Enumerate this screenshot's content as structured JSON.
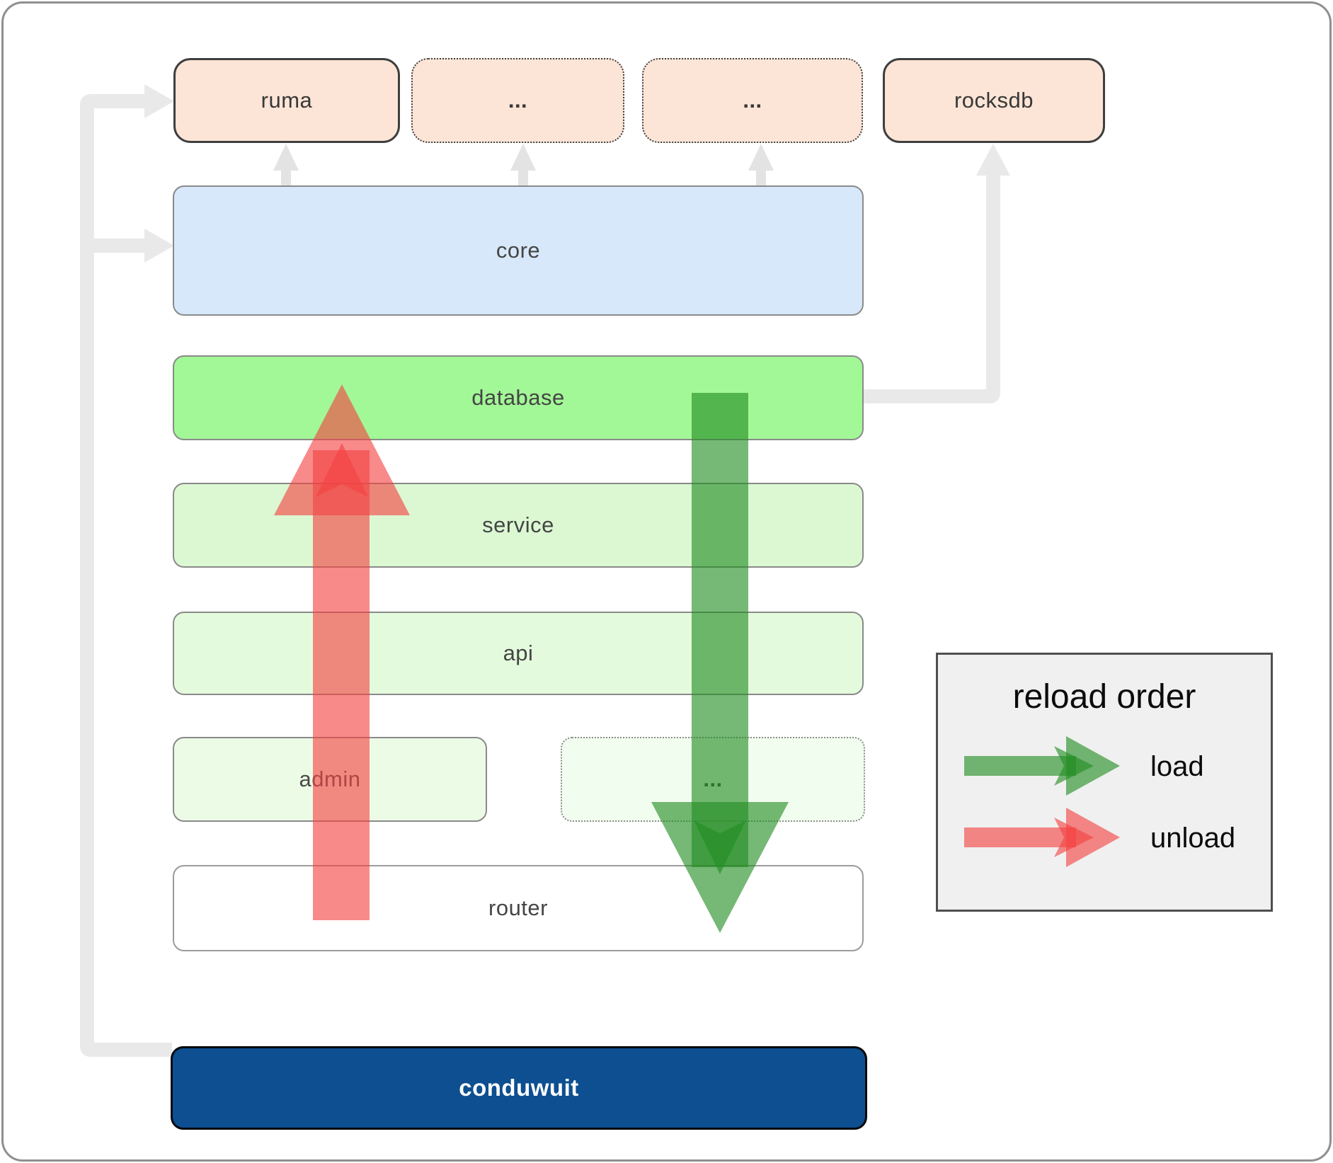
{
  "diagram": {
    "external_nodes": [
      {
        "id": "ruma",
        "label": "ruma",
        "border": "solid"
      },
      {
        "id": "ellipsis_top_1",
        "label": "...",
        "border": "dotted"
      },
      {
        "id": "ellipsis_top_2",
        "label": "...",
        "border": "dotted"
      },
      {
        "id": "rocksdb",
        "label": "rocksdb",
        "border": "solid"
      }
    ],
    "layers": [
      {
        "id": "core",
        "label": "core"
      },
      {
        "id": "database",
        "label": "database"
      },
      {
        "id": "service",
        "label": "service"
      },
      {
        "id": "api",
        "label": "api"
      }
    ],
    "sub_row": [
      {
        "id": "admin",
        "label": "admin",
        "border": "solid"
      },
      {
        "id": "ellipsis_sub",
        "label": "...",
        "border": "dotted"
      }
    ],
    "router": {
      "label": "router"
    },
    "root": {
      "label": "conduwuit"
    },
    "colors": {
      "external_fill": "#fce5d6",
      "core_fill": "#d7e8fa",
      "database_fill": "#a2f896",
      "service_fill": "#dbf8d2",
      "api_fill": "#e4fadd",
      "admin_fill": "#ecfbe6",
      "ellipsis_sub_fill": "#f1fdee",
      "router_fill": "#ffffff",
      "root_fill": "#0d4f91",
      "connector_gray": "#e9e9e9",
      "load_green": "rgba(34,140,34,0.62)",
      "unload_red": "rgba(243,66,66,0.62)"
    }
  },
  "legend": {
    "title": "reload order",
    "items": [
      {
        "label": "load",
        "color": "green"
      },
      {
        "label": "unload",
        "color": "red"
      }
    ]
  }
}
